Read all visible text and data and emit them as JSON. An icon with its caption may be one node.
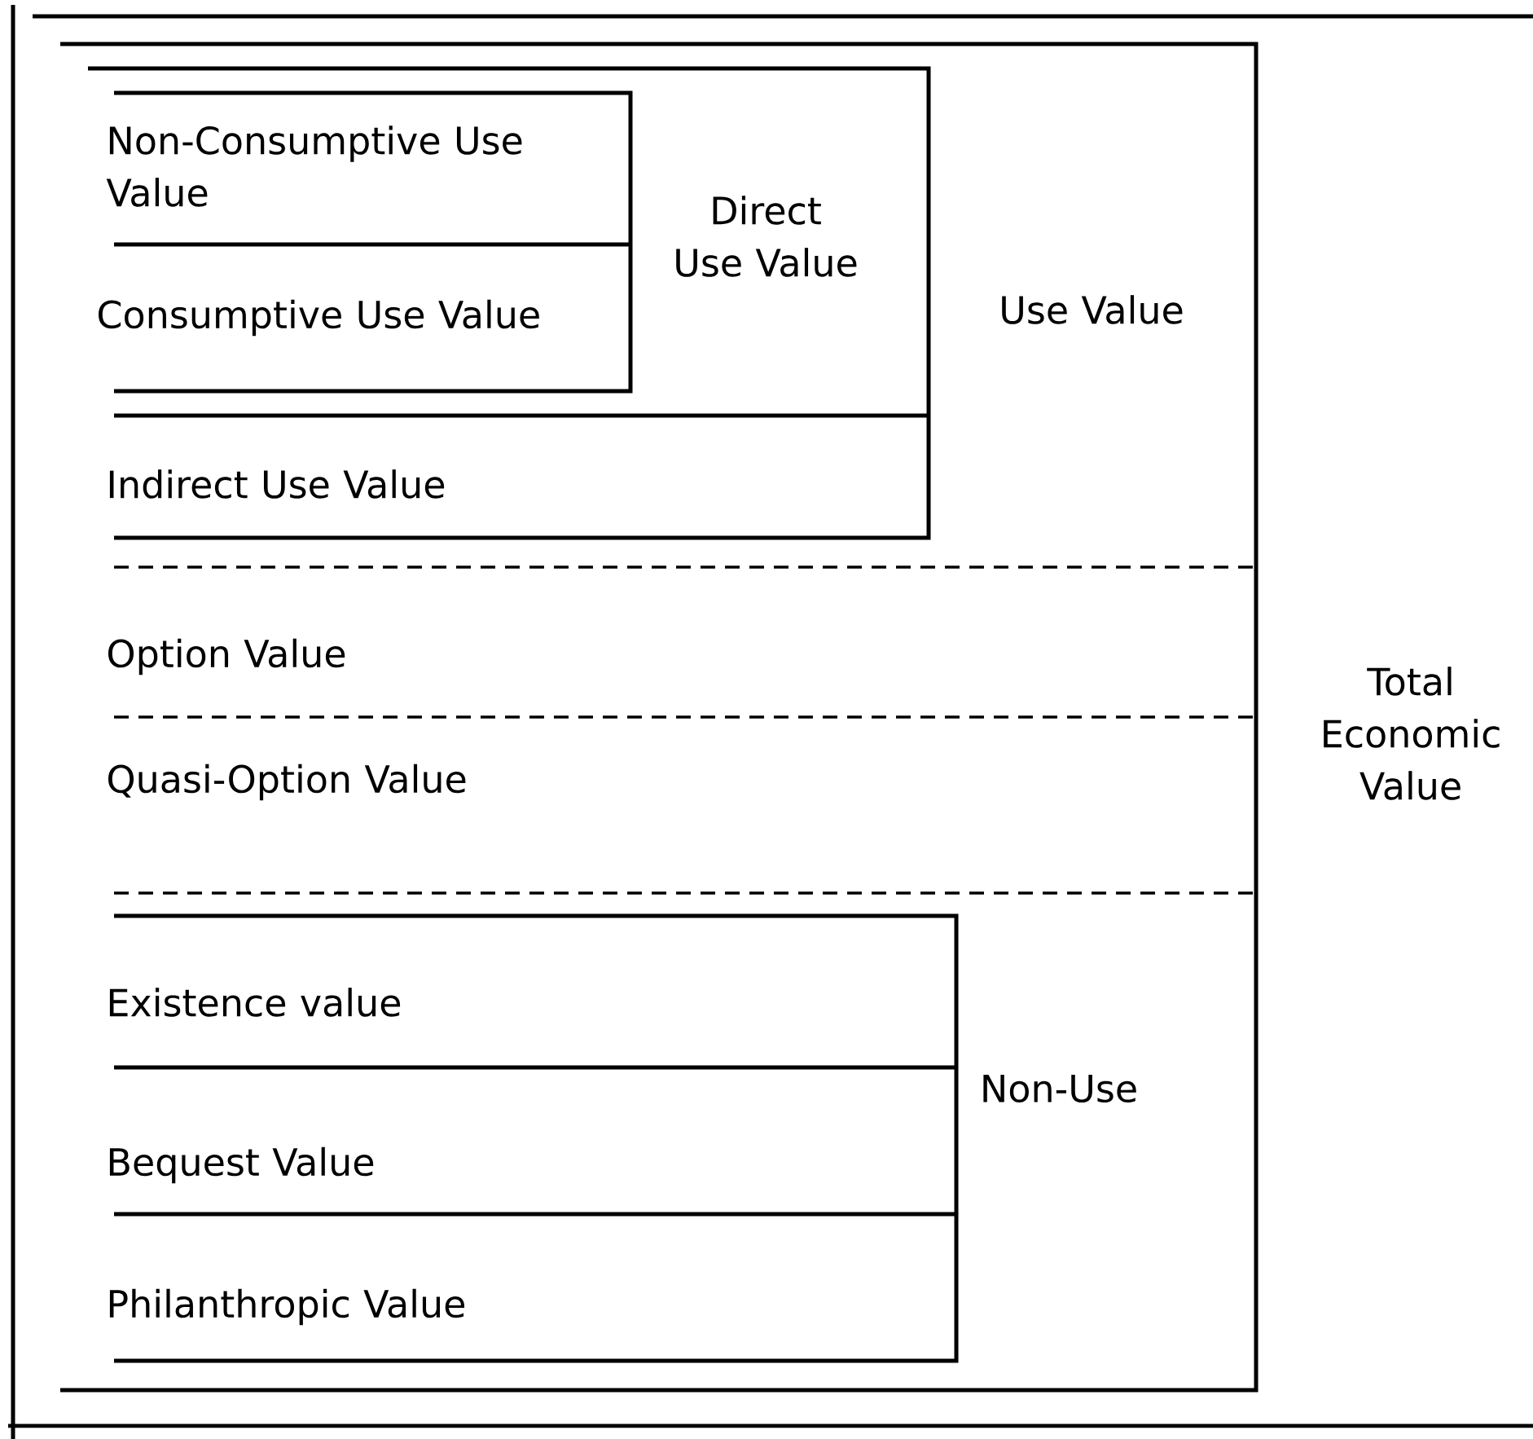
{
  "diagram": {
    "nodes": [
      {
        "text": [
          "Total Economic Value"
        ]
      },
      {
        "text": [
          "Use Value"
        ],
        "in": 0
      },
      {
        "text": [
          "Direct Use Value"
        ],
        "in": 1
      },
      {
        "text": [
          "Non-Consumptive Use Value"
        ],
        "in": 2
      },
      {
        "text": [
          "Consumptive Use Value"
        ],
        "in": 2
      },
      {
        "text": [
          "Indirect Use Value"
        ],
        "in": 1
      },
      {
        "text": [
          "Option Value"
        ],
        "in": 0
      },
      {
        "text": [
          "Quasi-Option Value"
        ],
        "in": 0
      },
      {
        "text": [
          "Non-Use"
        ],
        "in": 0
      },
      {
        "text": [
          "Existence value"
        ],
        "in": 8
      },
      {
        "text": [
          "Bequest Value"
        ],
        "in": 8
      },
      {
        "text": [
          "Philanthropic Value"
        ],
        "in": 8
      }
    ]
  }
}
